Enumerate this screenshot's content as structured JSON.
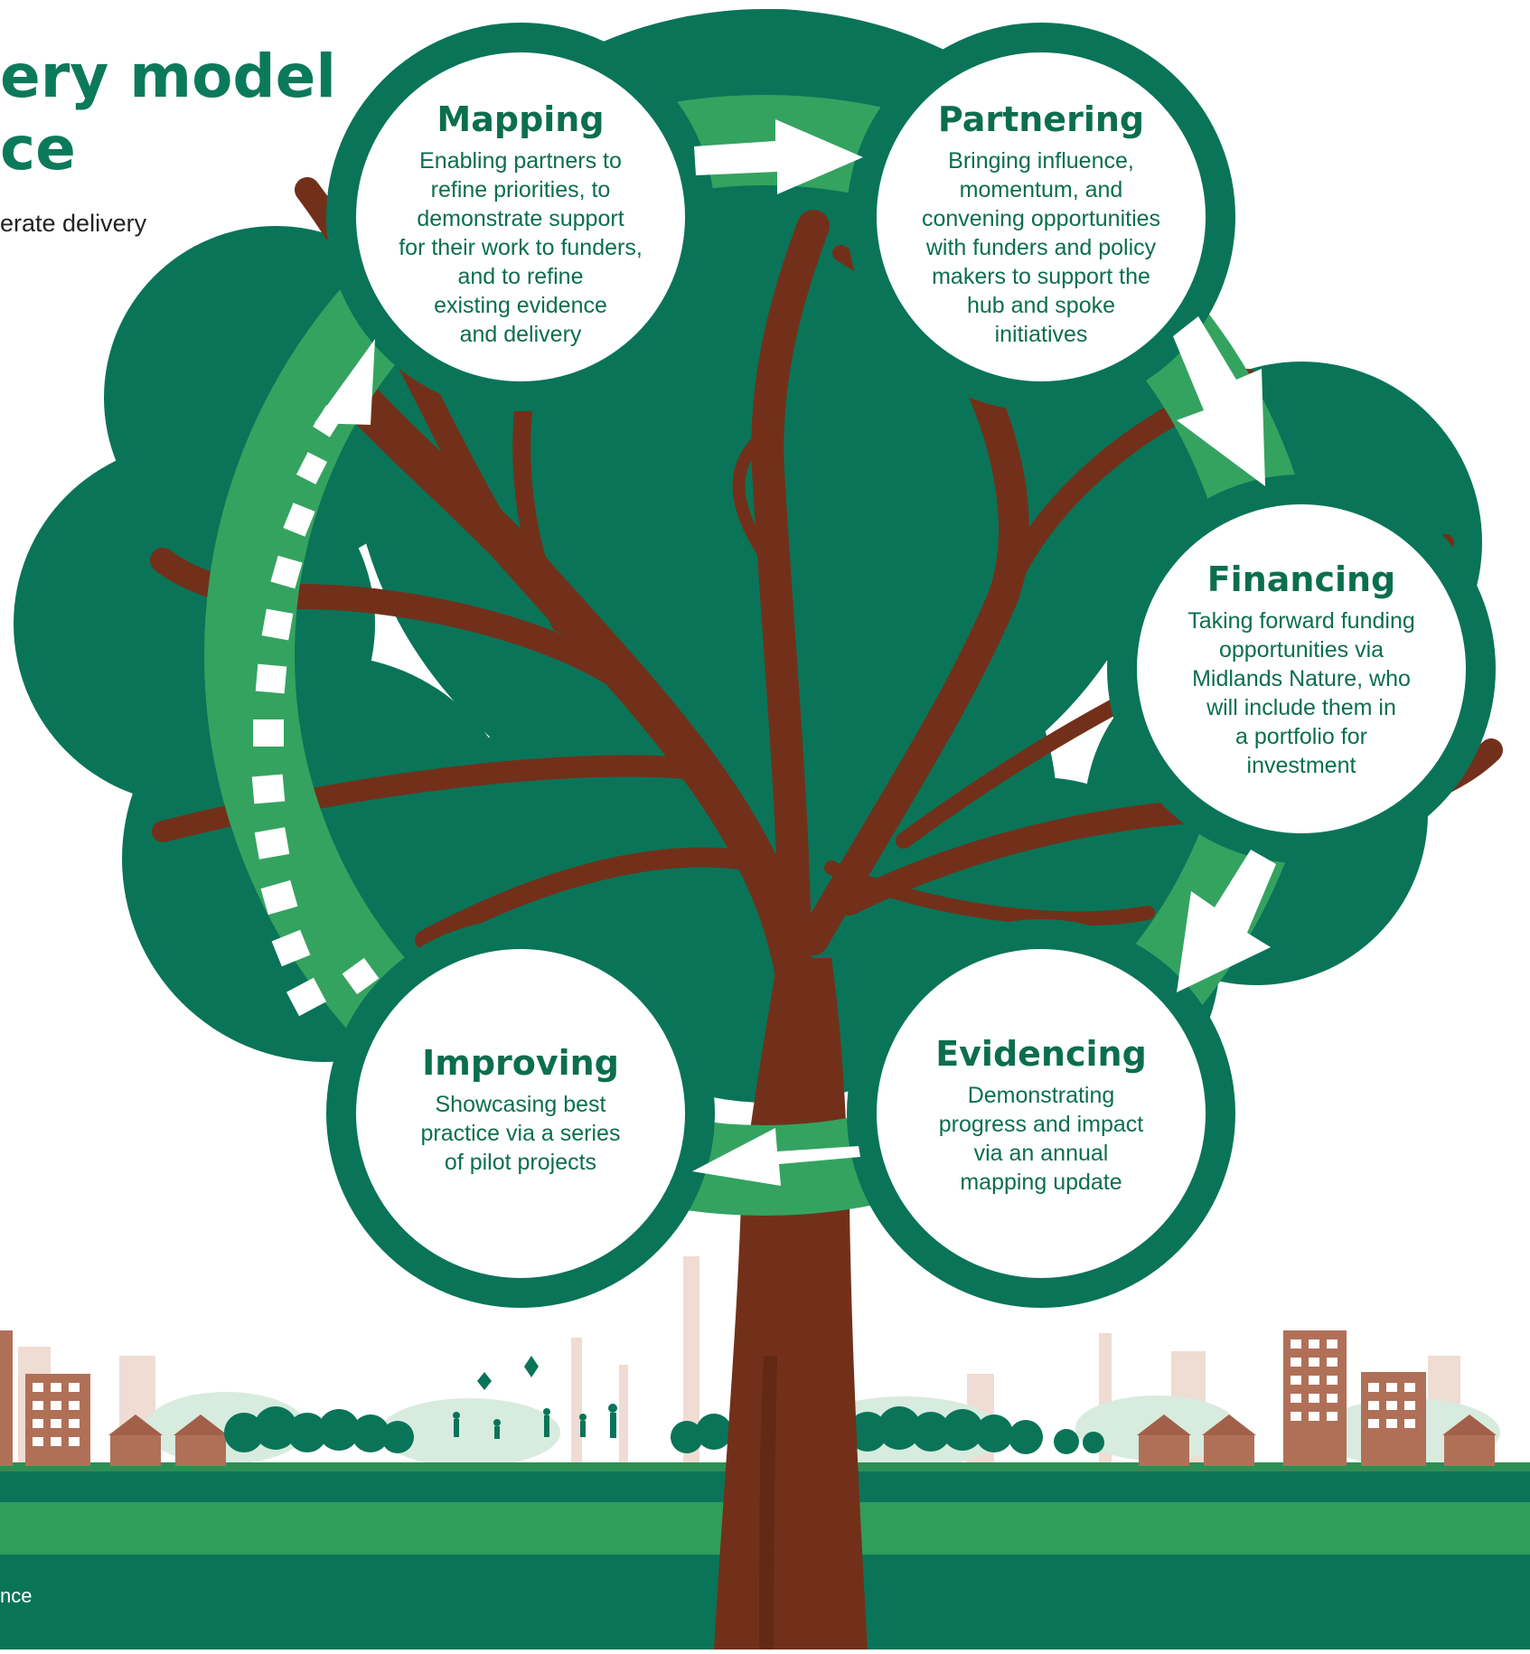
{
  "title": {
    "line1": "ery model",
    "line2": "ce"
  },
  "subtitle": "erate delivery",
  "footer": "nce",
  "colors": {
    "canopy": "#0a7458",
    "canopy_dark": "#096a50",
    "ring": "#34a360",
    "trunk": "#72301a",
    "trunk_shadow": "#5b2612",
    "node_fill": "#ffffff",
    "text_green": "#0b6e4f",
    "grass": "#2f9e5a",
    "ground": "#0a7458",
    "building": "#b07058",
    "building_light": "#efdcd3"
  },
  "nodes": {
    "mapping": {
      "title": "Mapping",
      "text": "Enabling partners to\nrefine priorities, to\ndemonstrate support\nfor their work to funders,\nand to refine\nexisting evidence\nand delivery"
    },
    "partnering": {
      "title": "Partnering",
      "text": "Bringing influence,\nmomentum, and\nconvening opportunities\nwith funders and policy\nmakers to support the\nhub and spoke\ninitiatives"
    },
    "financing": {
      "title": "Financing",
      "text": "Taking forward funding\nopportunities via\nMidlands Nature, who\nwill include them in\na portfolio for\ninvestment"
    },
    "evidencing": {
      "title": "Evidencing",
      "text": "Demonstrating\nprogress and impact\nvia an annual\nmapping update"
    },
    "improving": {
      "title": "Improving",
      "text": "Showcasing best\npractice via a series\nof pilot projects"
    }
  },
  "icons": [
    "arrow-right-icon",
    "arrow-down-right-icon",
    "arrow-down-left-icon",
    "arrow-left-icon",
    "dashed-arrow-up-icon"
  ]
}
